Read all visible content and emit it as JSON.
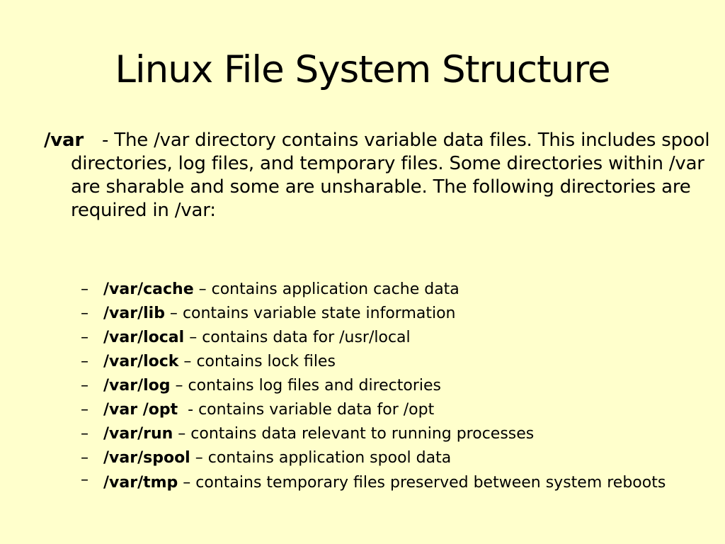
{
  "slide": {
    "title": "Linux File System Structure",
    "intro": {
      "term": "/var",
      "separator": "-",
      "text": "The /var directory contains variable data files.  This includes spool directories, log files, and temporary files.  Some directories within /var are sharable and some are unsharable.  The following directories are required in /var:"
    },
    "bullet_glyph": "–",
    "items": [
      {
        "path": "/var/cache",
        "sep": " – ",
        "desc": "contains application cache data"
      },
      {
        "path": "/var/lib",
        "sep": " – ",
        "desc": "contains variable state information"
      },
      {
        "path": "/var/local",
        "sep": " – ",
        "desc": "contains data for /usr/local"
      },
      {
        "path": "/var/lock",
        "sep": " – ",
        "desc": "contains lock files"
      },
      {
        "path": "/var/log",
        "sep": " – ",
        "desc": "contains log files and directories"
      },
      {
        "path": "/var /opt",
        "sep": "  - ",
        "desc": "contains variable data for /opt"
      },
      {
        "path": "/var/run",
        "sep": " – ",
        "desc": "contains data relevant to running processes"
      },
      {
        "path": "/var/spool",
        "sep": " – ",
        "desc": "contains application spool data"
      },
      {
        "path": "/var/tmp",
        "sep": " – ",
        "desc": "contains temporary files preserved between system reboots"
      }
    ]
  }
}
